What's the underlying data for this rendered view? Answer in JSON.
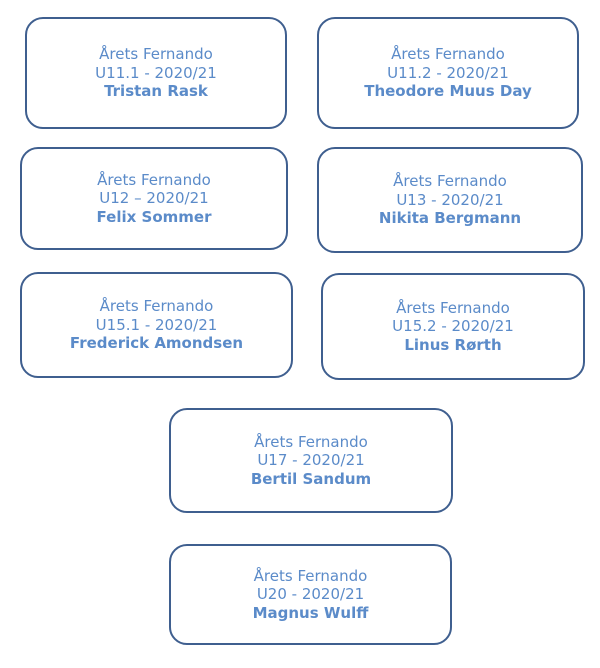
{
  "cards": [
    {
      "award": "Årets Fernando",
      "team": "U11.1 - 2020/21",
      "name": "Tristan Rask"
    },
    {
      "award": "Årets Fernando",
      "team": "U11.2 - 2020/21",
      "name": "Theodore Muus Day"
    },
    {
      "award": "Årets Fernando",
      "team": "U12 – 2020/21",
      "name": "Felix Sommer"
    },
    {
      "award": "Årets Fernando",
      "team": "U13 - 2020/21",
      "name": "Nikita Bergmann"
    },
    {
      "award": "Årets Fernando",
      "team": "U15.1 - 2020/21",
      "name": "Frederick Amondsen"
    },
    {
      "award": "Årets Fernando",
      "team": "U15.2 - 2020/21",
      "name": "Linus Rørth"
    },
    {
      "award": "Årets Fernando",
      "team": "U17 - 2020/21",
      "name": "Bertil Sandum"
    },
    {
      "award": "Årets Fernando",
      "team": "U20 - 2020/21",
      "name": "Magnus Wulff"
    }
  ],
  "colors": {
    "border": "#3f5f8f",
    "text": "#5b8bc9",
    "background": "#ffffff"
  }
}
